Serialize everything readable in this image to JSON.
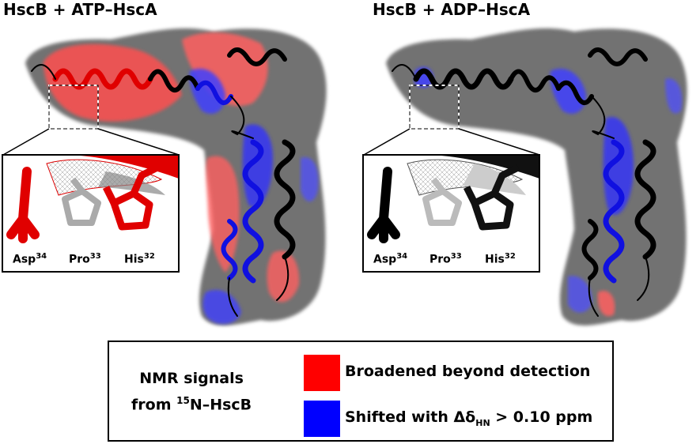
{
  "panels": {
    "left_title": "HscB + ATP–HscA",
    "right_title": "HscB + ADP–HscA"
  },
  "inset": {
    "asp": "Asp",
    "asp_num": "34",
    "pro": "Pro",
    "pro_num": "33",
    "his": "His",
    "his_num": "32"
  },
  "legend": {
    "source_line1": "NMR signals",
    "source_from": "from ",
    "source_iso": "15",
    "source_rest": "N–HscB",
    "broadened_label": "Broadened beyond detection",
    "shifted_prefix": "Shifted with Δδ",
    "shifted_sub": "HN",
    "shifted_suffix": " > 0.10 ppm"
  },
  "colors": {
    "broadened": "#ff0000",
    "shifted": "#0000ff",
    "surface": "#555555",
    "ribbon": "#000000"
  }
}
